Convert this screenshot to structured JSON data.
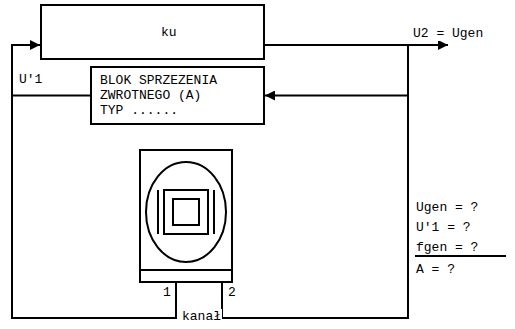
{
  "diagram": {
    "nodes": [
      {
        "text": [
          "ku"
        ]
      },
      {
        "text": [
          "BLOK SPRZEZENIA ZWROTNEGO (A)",
          "TYP ......"
        ]
      }
    ],
    "edges": [
      {
        "from": 0,
        "to": 1,
        "arrow": "to"
      },
      {
        "from": 1,
        "to": 0,
        "arrow": "to"
      }
    ],
    "labels": [
      "U2 = Ugen",
      "U'1",
      "Ugen = ?",
      "U'1 = ?",
      "fgen = ?",
      "A = ?",
      "1",
      "2",
      "kanał"
    ]
  }
}
